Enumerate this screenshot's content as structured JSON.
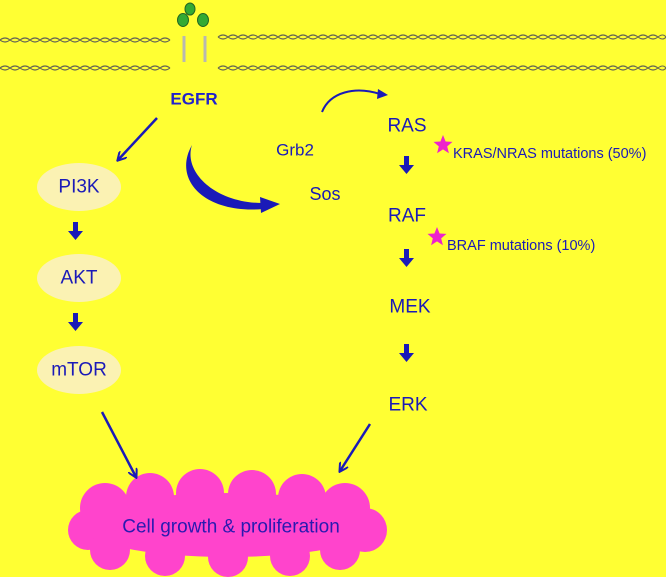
{
  "receptor": {
    "label": "EGFR"
  },
  "adaptors": {
    "grb2": "Grb2",
    "sos": "Sos"
  },
  "pi3k_pathway": {
    "nodes": [
      "PI3K",
      "AKT",
      "mTOR"
    ]
  },
  "mapk_pathway": {
    "nodes": [
      "RAS",
      "RAF",
      "MEK",
      "ERK"
    ]
  },
  "mutations": [
    {
      "target": "RAS",
      "label": "KRAS/NRAS mutations (50%)"
    },
    {
      "target": "RAF",
      "label": "BRAF mutations (10%)"
    }
  ],
  "outcome": {
    "label": "Cell growth & proliferation"
  },
  "colors": {
    "background": "#FFFF33",
    "arrow": "#1a1ab8",
    "node_fill": "#FBF2B3",
    "ligand": "#33AA33",
    "mutation_star": "#EE22CC",
    "outcome_cloud": "#FF44CC",
    "membrane": "#666655"
  }
}
